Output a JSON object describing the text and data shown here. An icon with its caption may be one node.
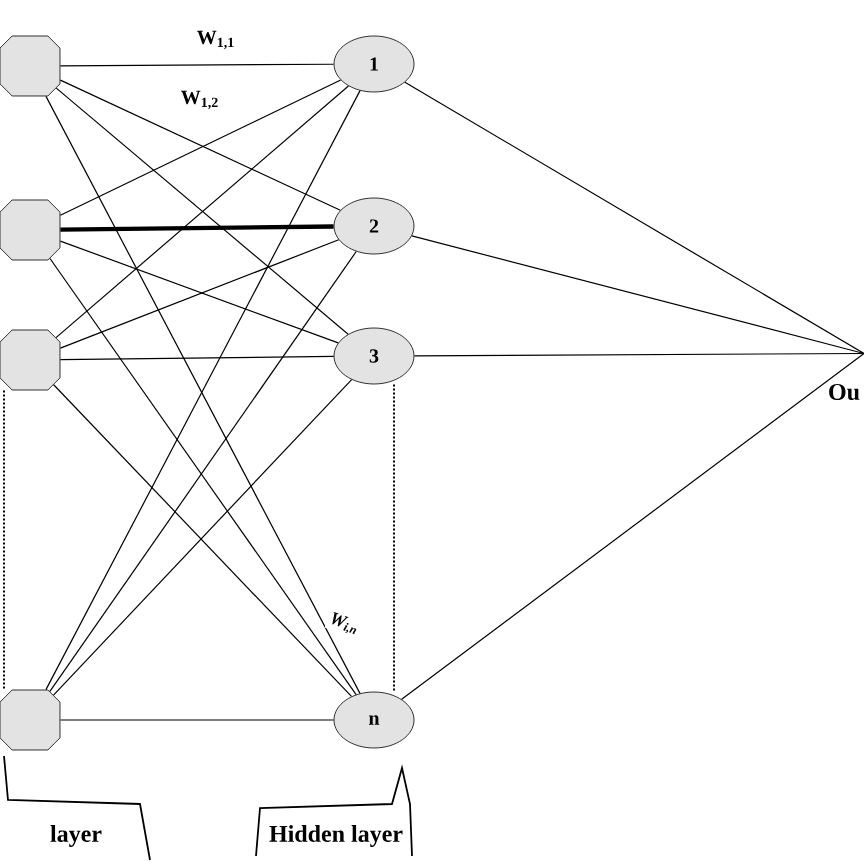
{
  "diagram": {
    "nodes": [
      {
        "text": [],
        "shape": "box"
      },
      {
        "text": [],
        "shape": "box"
      },
      {
        "text": [],
        "shape": "box"
      },
      {
        "text": [],
        "shape": "box"
      },
      {
        "text": [
          "1"
        ]
      },
      {
        "text": [
          "2"
        ]
      },
      {
        "text": [
          "3"
        ]
      },
      {
        "text": [
          "n"
        ]
      },
      {
        "text": [
          "Ou"
        ]
      }
    ],
    "edges": [
      {
        "from": 0,
        "to": 4,
        "arrow": "none",
        "label": "W$_{1,1}$"
      },
      {
        "from": 0,
        "to": 5,
        "arrow": "none",
        "label": "W$_{1,2}$"
      },
      {
        "from": 0,
        "to": 6,
        "arrow": "none"
      },
      {
        "from": 0,
        "to": 7,
        "arrow": "none"
      },
      {
        "from": 1,
        "to": 4,
        "arrow": "none"
      },
      {
        "from": 1,
        "to": 5,
        "arrow": "none",
        "style": "thick"
      },
      {
        "from": 1,
        "to": 6,
        "arrow": "none"
      },
      {
        "from": 1,
        "to": 7,
        "arrow": "none"
      },
      {
        "from": 2,
        "to": 4,
        "arrow": "none"
      },
      {
        "from": 2,
        "to": 5,
        "arrow": "none"
      },
      {
        "from": 2,
        "to": 6,
        "arrow": "none"
      },
      {
        "from": 2,
        "to": 7,
        "arrow": "none"
      },
      {
        "from": 3,
        "to": 4,
        "arrow": "none"
      },
      {
        "from": 3,
        "to": 5,
        "arrow": "none"
      },
      {
        "from": 3,
        "to": 6,
        "arrow": "none"
      },
      {
        "from": 3,
        "to": 7,
        "arrow": "none"
      },
      {
        "from": 4,
        "to": 8,
        "arrow": "none"
      },
      {
        "from": 5,
        "to": 8,
        "arrow": "none"
      },
      {
        "from": 6,
        "to": 8,
        "arrow": "none"
      },
      {
        "from": 7,
        "to": 8,
        "arrow": "none"
      },
      {
        "from": 2,
        "to": 3,
        "arrow": "none",
        "style": "dashed"
      },
      {
        "from": 6,
        "to": 7,
        "arrow": "none",
        "style": "dashed"
      }
    ],
    "labels": [
      "W$_{i,n}$",
      "layer",
      "Hidden layer"
    ]
  }
}
